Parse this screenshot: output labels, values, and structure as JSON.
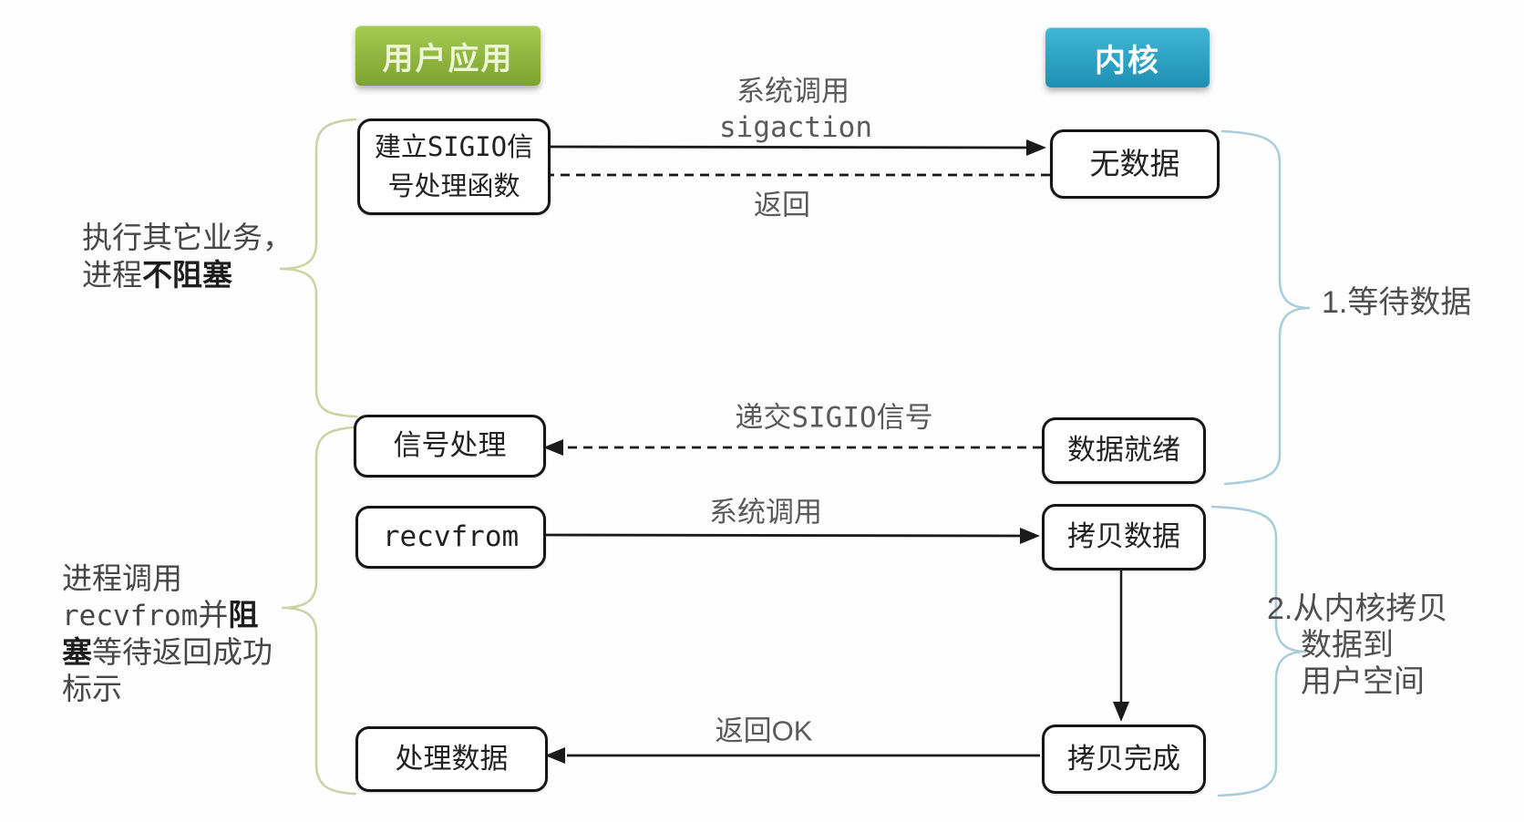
{
  "headers": {
    "user": "用户应用",
    "kernel": "内核"
  },
  "boxes": {
    "setup": {
      "pre": "建立",
      "code": "SIGIO",
      "post": "信\n号处理函数"
    },
    "signal_handler": "信号处理",
    "recvfrom": "recvfrom",
    "process_data": "处理数据",
    "no_data": "无数据",
    "data_ready": "数据就绪",
    "copy_data": "拷贝数据",
    "copy_done": "拷贝完成"
  },
  "arrow_labels": {
    "syscall_sigaction": {
      "line1": "系统调用",
      "line2": "sigaction"
    },
    "sigaction_return": "返回",
    "deliver_sigio": {
      "pre": "递交",
      "code": "SIGIO",
      "post": "信号"
    },
    "syscall_recvfrom": "系统调用",
    "return_ok": "返回OK"
  },
  "notes": {
    "left_top": {
      "line1": "执行其它业务，",
      "line2_normal": "进程",
      "line2_bold": "不阻塞"
    },
    "left_bottom": {
      "line1": "进程调用",
      "line2_code": "recvfrom",
      "line2_normal": "并",
      "line2_bold": "阻",
      "line3_bold": "塞",
      "line3_normal": "等待返回成功",
      "line4": "标示"
    },
    "right_top": "1.等待数据",
    "right_bottom": {
      "line1": "2.从内核拷贝",
      "line2": "数据到",
      "line3": "用户空间"
    }
  },
  "colors": {
    "user_header_top": "#a6cb53",
    "user_header_bottom": "#7ca32c",
    "kernel_header_top": "#41b7d5",
    "kernel_header_bottom": "#1e90b4",
    "left_brace": "#cdd2a4",
    "right_brace": "#a9cedb",
    "arrow": "#1a1a1a",
    "label": "#5a5a5a",
    "note": "#474747"
  }
}
